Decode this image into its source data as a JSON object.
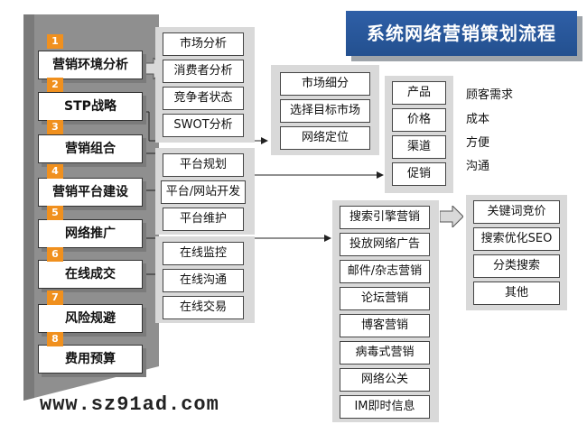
{
  "title": "系统网络营销策划流程",
  "steps": [
    {
      "num": "1",
      "label": "营销环境分析"
    },
    {
      "num": "2",
      "label": "STP战略"
    },
    {
      "num": "3",
      "label": "营销组合"
    },
    {
      "num": "4",
      "label": "营销平台建设"
    },
    {
      "num": "5",
      "label": "网络推广"
    },
    {
      "num": "6",
      "label": "在线成交"
    },
    {
      "num": "7",
      "label": "风险规避"
    },
    {
      "num": "8",
      "label": "费用预算"
    }
  ],
  "environment_analysis": [
    "市场分析",
    "消费者分析",
    "竞争者状态",
    "SWOT分析"
  ],
  "stp": [
    "市场细分",
    "选择目标市场",
    "网络定位"
  ],
  "marketing_mix": [
    {
      "label": "产品",
      "note": "顾客需求"
    },
    {
      "label": "价格",
      "note": "成本"
    },
    {
      "label": "渠道",
      "note": "方便"
    },
    {
      "label": "促销",
      "note": "沟通"
    }
  ],
  "platform": [
    "平台规划",
    "平台/网站开发",
    "平台维护"
  ],
  "online_deal": [
    "在线监控",
    "在线沟通",
    "在线交易"
  ],
  "promotion": [
    "搜索引擎营销",
    "投放网络广告",
    "邮件/杂志营销",
    "论坛营销",
    "博客营销",
    "病毒式营销",
    "网络公关",
    "IM即时信息"
  ],
  "search_engine": [
    "关键词竞价",
    "搜索优化SEO",
    "分类搜索",
    "其他"
  ],
  "footer_url": "www.sz91ad.com"
}
